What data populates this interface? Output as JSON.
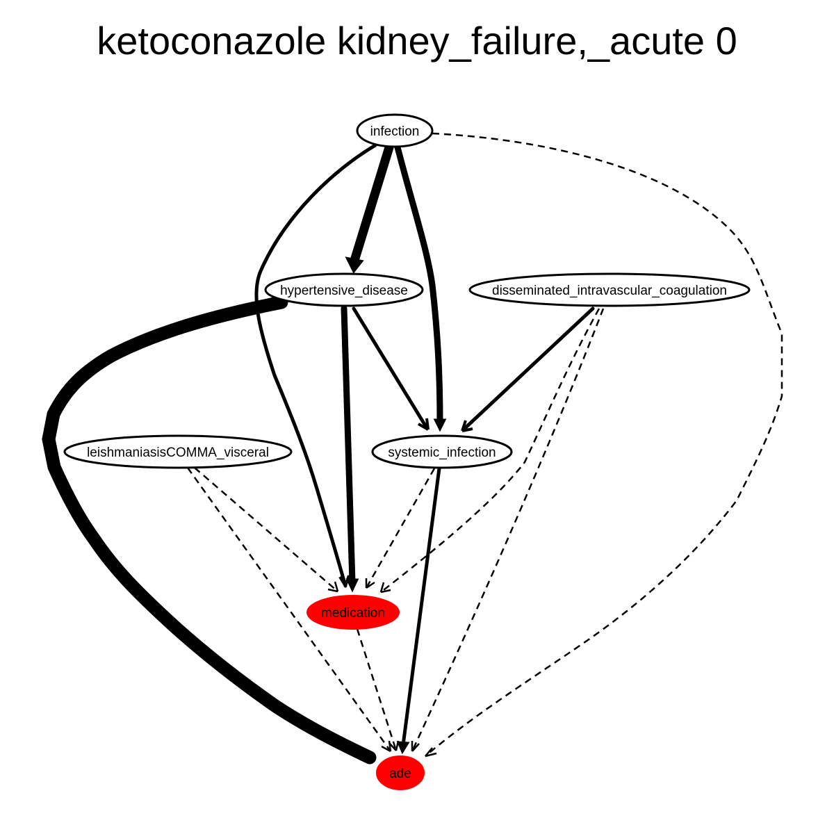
{
  "title": "ketoconazole kidney_failure,_acute 0",
  "colors": {
    "highlight_node_fill": "#ff0000",
    "default_node_fill": "#ffffff",
    "stroke": "#000000"
  },
  "nodes": [
    {
      "id": "infection",
      "label": "infection",
      "highlighted": false
    },
    {
      "id": "hypertensive_disease",
      "label": "hypertensive_disease",
      "highlighted": false
    },
    {
      "id": "disseminated_intravascular_coagulation",
      "label": "disseminated_intravascular_coagulation",
      "highlighted": false
    },
    {
      "id": "leishmaniasis_visceral",
      "label": "leishmaniasisCOMMA_visceral",
      "highlighted": false
    },
    {
      "id": "systemic_infection",
      "label": "systemic_infection",
      "highlighted": false
    },
    {
      "id": "medication",
      "label": "medication",
      "highlighted": true
    },
    {
      "id": "ade",
      "label": "ade",
      "highlighted": true
    }
  ],
  "edges": [
    {
      "from": "infection",
      "to": "hypertensive_disease",
      "style": "solid",
      "weight": "heavy"
    },
    {
      "from": "infection",
      "to": "systemic_infection",
      "style": "solid",
      "weight": "medium"
    },
    {
      "from": "infection",
      "to": "medication",
      "style": "solid",
      "weight": "light"
    },
    {
      "from": "infection",
      "to": "ade",
      "style": "dashed",
      "weight": "light"
    },
    {
      "from": "hypertensive_disease",
      "to": "medication",
      "style": "solid",
      "weight": "medium"
    },
    {
      "from": "hypertensive_disease",
      "to": "systemic_infection",
      "style": "solid",
      "weight": "light"
    },
    {
      "from": "hypertensive_disease",
      "to": "ade",
      "style": "solid",
      "weight": "heaviest"
    },
    {
      "from": "disseminated_intravascular_coagulation",
      "to": "systemic_infection",
      "style": "solid",
      "weight": "light"
    },
    {
      "from": "disseminated_intravascular_coagulation",
      "to": "medication",
      "style": "dashed",
      "weight": "light"
    },
    {
      "from": "disseminated_intravascular_coagulation",
      "to": "ade",
      "style": "dashed",
      "weight": "light"
    },
    {
      "from": "leishmaniasis_visceral",
      "to": "medication",
      "style": "dashed",
      "weight": "light"
    },
    {
      "from": "leishmaniasis_visceral",
      "to": "ade",
      "style": "dashed",
      "weight": "light"
    },
    {
      "from": "systemic_infection",
      "to": "medication",
      "style": "dashed",
      "weight": "light"
    },
    {
      "from": "systemic_infection",
      "to": "ade",
      "style": "solid",
      "weight": "light"
    },
    {
      "from": "medication",
      "to": "ade",
      "style": "dashed",
      "weight": "light"
    }
  ]
}
